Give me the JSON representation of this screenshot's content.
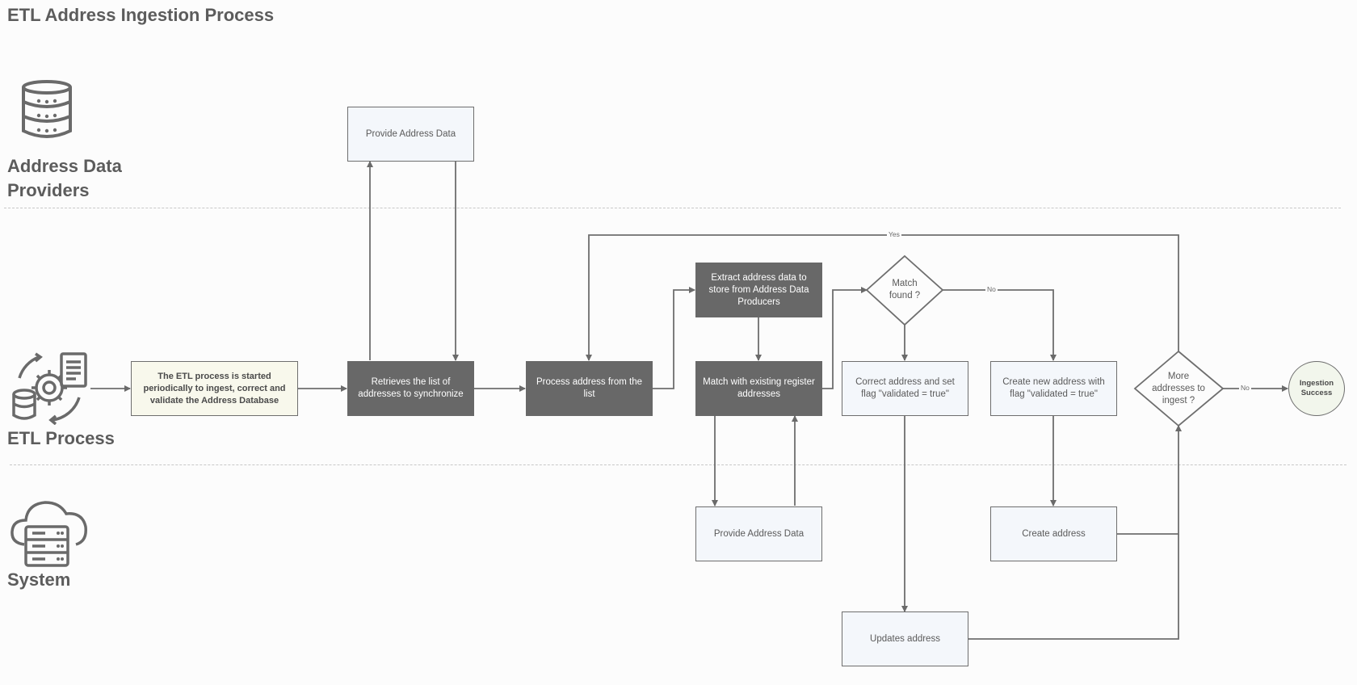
{
  "title": "ETL Address Ingestion Process",
  "lanes": {
    "providers": "Address Data Providers",
    "etl": "ETL Process",
    "system": "System"
  },
  "nodes": {
    "start": "The ETL process is started periodically to ingest, correct and validate the Address Database",
    "retrieve": "Retrieves the list of addresses to synchronize",
    "provide_top": "Provide Address Data",
    "process": "Process address from the list",
    "extract": "Extract address data to store from Address Data Producers",
    "match": "Match with existing register addresses",
    "provide_bottom": "Provide Address Data",
    "match_found": "Match found ?",
    "correct": "Correct address and set flag \"validated = true\"",
    "create_new": "Create new address with flag \"validated = true\"",
    "create_address": "Create address",
    "updates": "Updates address",
    "more": "More addresses to ingest ?",
    "end": "Ingestion Success"
  },
  "edge_labels": {
    "yes": "Yes",
    "no_match": "No",
    "no_more": "No"
  },
  "colors": {
    "dark_box": "#686868",
    "light_box": "#f4f7fb",
    "start_box": "#f8f8ec",
    "end_circle": "#f2f6ec",
    "line": "#6e6e6e"
  }
}
